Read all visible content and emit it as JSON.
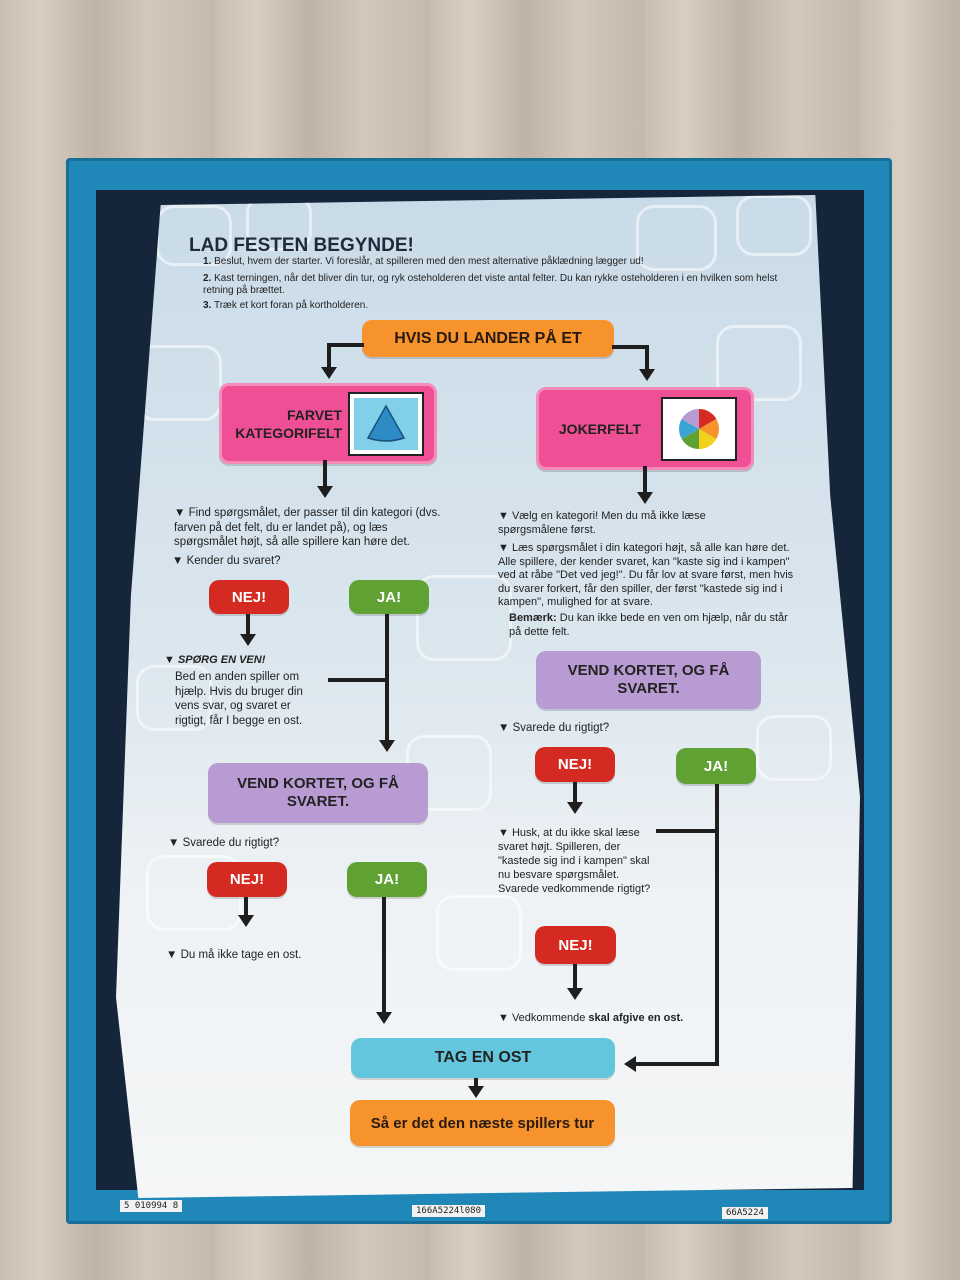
{
  "heading": "LAD FESTEN BEGYNDE!",
  "steps": [
    {
      "num": "1.",
      "text": "Beslut, hvem der starter. Vi foreslår, at spilleren med den mest alternative påklædning lægger ud!"
    },
    {
      "num": "2.",
      "text": "Kast terningen, når det bliver din tur, og ryk osteholderen det viste antal felter. Du kan rykke osteholderen i en hvilken som helst retning på brættet."
    },
    {
      "num": "3.",
      "text": "Træk et kort foran på kortholderen."
    }
  ],
  "top_box": "HVIS DU LANDER PÅ ET",
  "left": {
    "box_title": "FARVET KATEGORIFELT",
    "bullet1": "Find spørgsmålet, der passer til din kategori (dvs. farven på det felt, du er landet på), og læs spørgsmålet højt, så alle spillere kan høre det.",
    "bullet2": "Kender du svaret?",
    "nej1": "NEJ!",
    "ja1": "JA!",
    "ask_friend_title": "SPØRG EN VEN!",
    "ask_friend_text": "Bed en anden spiller om hjælp. Hvis du bruger din vens svar, og svaret er rigtigt, får I begge en ost.",
    "vend": "VEND KORTET, OG FÅ SVARET.",
    "question": "Svarede du rigtigt?",
    "nej2": "NEJ!",
    "ja2": "JA!",
    "no_cheese": "Du må ikke tage en ost."
  },
  "right": {
    "box_title": "JOKERFELT",
    "bullet1": "Vælg en kategori! Men du må ikke læse spørgsmålene først.",
    "bullet2": "Læs spørgsmålet i din kategori højt, så alle kan høre det. Alle spillere, der kender svaret, kan \"kaste sig ind i kampen\" ved at råbe \"Det ved jeg!\". Du får lov at svare først, men hvis du svarer forkert, får den spiller, der først \"kastede sig ind i kampen\", mulighed for at svare.",
    "note_label": "Bemærk:",
    "note_text": "Du kan ikke bede en ven om hjælp, når du står på dette felt.",
    "vend": "VEND KORTET, OG FÅ SVARET.",
    "question": "Svarede du rigtigt?",
    "nej1": "NEJ!",
    "ja1": "JA!",
    "remember": "Husk, at du ikke skal læse svaret højt. Spilleren, der \"kastede sig ind i kampen\" skal nu besvare spørgsmålet. Svarede vedkommende rigtigt?",
    "nej2": "NEJ!",
    "final_prefix": "Vedkommende",
    "final_bold": "skal afgive en ost."
  },
  "tag_en_ost": "TAG EN OST",
  "next_turn": "Så er det den næste spillers tur",
  "barcodes": [
    "5 010994 8",
    "166A5224l080",
    "66A5224"
  ],
  "colors": {
    "orange": "#f7932d",
    "pink": "#ee4f95",
    "red": "#d42a22",
    "green": "#5fa132",
    "purple": "#b99bd3",
    "cyan": "#64c6dc",
    "box_blue": "#1f88b8"
  }
}
